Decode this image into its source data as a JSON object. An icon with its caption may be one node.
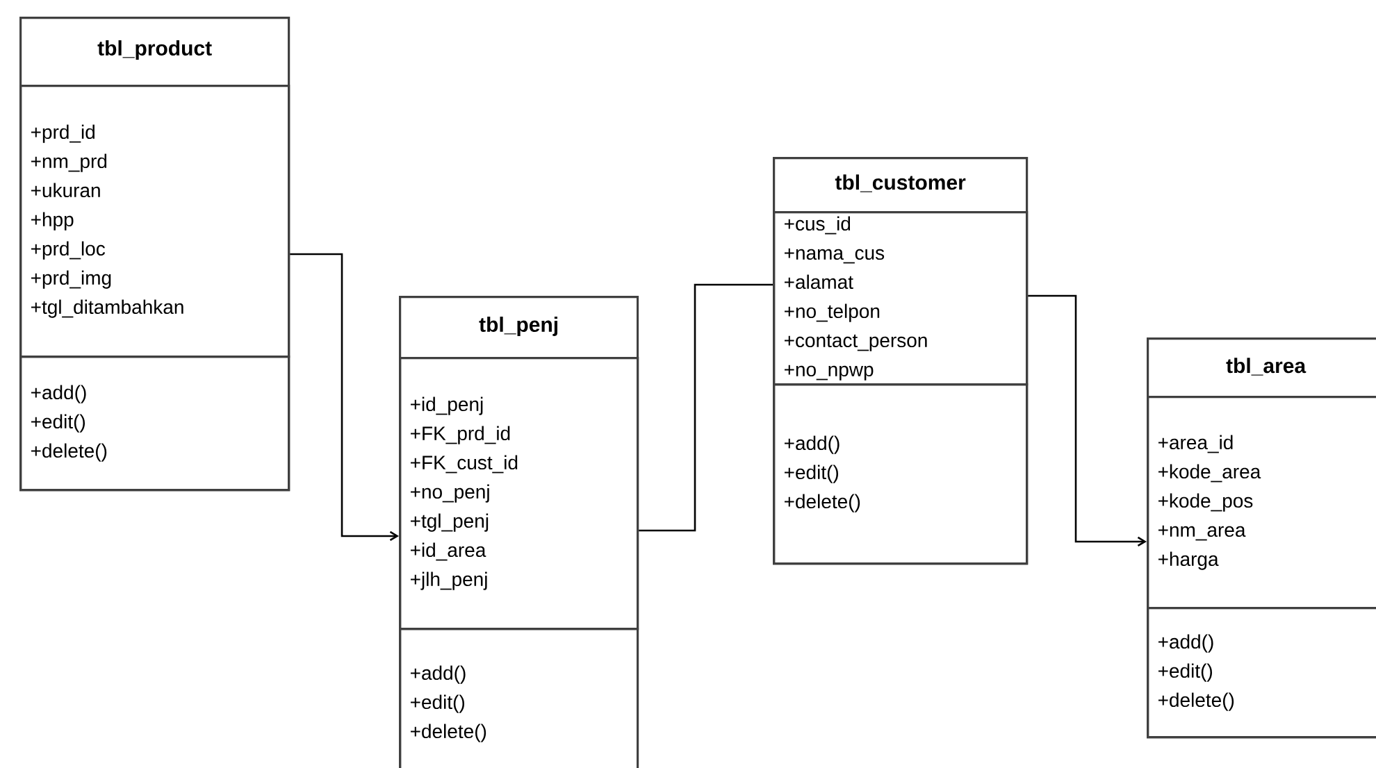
{
  "diagram": {
    "nodes": [
      {
        "text": [
          "tbl_product"
        ]
      },
      {
        "text": [
          "+prd_id",
          "+nm_prd",
          "+ukuran",
          "+hpp",
          "+prd_loc",
          "+prd_img",
          "+tgl_ditambahkan"
        ],
        "in": 0
      },
      {
        "text": [
          "+add()",
          "+edit()",
          "+delete()"
        ],
        "in": 0
      },
      {
        "text": [
          "tbl_penj"
        ]
      },
      {
        "text": [
          "+id_penj",
          "+FK_prd_id",
          "+FK_cust_id",
          "+no_penj",
          "+tgl_penj",
          "+id_area",
          "+jlh_penj"
        ],
        "in": 3
      },
      {
        "text": [
          "+add()",
          "+edit()",
          "+delete()"
        ],
        "in": 3
      },
      {
        "text": [
          "tbl_customer"
        ]
      },
      {
        "text": [
          "+cus_id",
          "+nama_cus",
          "+alamat",
          "+no_telpon",
          "+contact_person",
          "+no_npwp"
        ],
        "in": 6
      },
      {
        "text": [
          "+add()",
          "+edit()",
          "+delete()"
        ],
        "in": 6
      },
      {
        "text": [
          "tbl_area"
        ]
      },
      {
        "text": [
          "+area_id",
          "+kode_area",
          "+kode_pos",
          "+nm_area",
          "+harga"
        ],
        "in": 9
      },
      {
        "text": [
          "+add()",
          "+edit()",
          "+delete()"
        ],
        "in": 9
      }
    ],
    "edges": [
      {
        "from": 0,
        "to": 3,
        "arrow": "to"
      },
      {
        "from": 3,
        "to": 6,
        "arrow": "none"
      },
      {
        "from": 6,
        "to": 9,
        "arrow": "to"
      }
    ]
  }
}
